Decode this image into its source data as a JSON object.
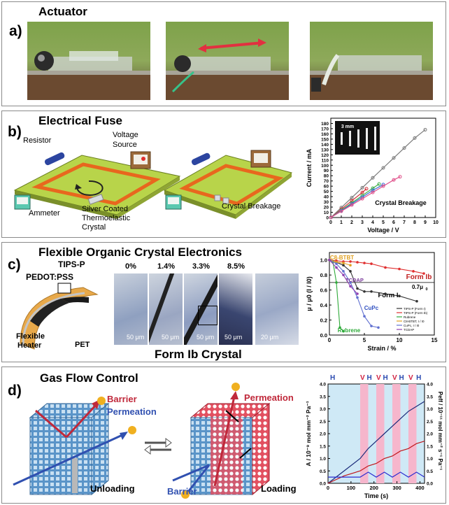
{
  "panel_a": {
    "label": "a)",
    "title": "Actuator"
  },
  "panel_b": {
    "label": "b)",
    "title": "Electrical Fuse",
    "diagram": {
      "resistor": "Resistor",
      "voltage_source": "Voltage\nSource",
      "voltage_line1": "Voltage",
      "voltage_line2": "Source",
      "ammeter": "Ammeter",
      "crystal_line1": "Silver Coated",
      "crystal_line2": "Thermoelastic",
      "crystal_line3": "Crystal",
      "breakage": "Crystal Breakage"
    },
    "inset_scale": "3 mm",
    "annotation": "Crystal Breakage"
  },
  "panel_c": {
    "label": "c)",
    "title": "Flexible Organic Crystal Electronics",
    "device": {
      "tips": "TIPS-P",
      "pedot": "PEDOT:PSS",
      "heater_line1": "Flexible",
      "heater_line2": "Heater",
      "pet": "PET"
    },
    "strains": [
      "0%",
      "1.4%",
      "3.3%",
      "8.5%"
    ],
    "scale_bars": [
      "50 μm",
      "50 μm",
      "50 μm",
      "50 μm",
      "20 μm"
    ],
    "caption": "Form Ib Crystal",
    "annotations": {
      "c8": "C8-BTBT",
      "form_ib": "Form Ib",
      "tcdap": "TCDAP",
      "form_i": "Form I",
      "mu07": "0.7μ",
      "mu07_sub": "0",
      "cupc": "CuPc",
      "rubrene": "Rubrene"
    }
  },
  "panel_d": {
    "label": "d)",
    "title": "Gas Flow Control",
    "barrier": "Barrier",
    "permeation": "Permeation",
    "unloading": "Unloading",
    "permeation2": "Permeation",
    "barrier2": "Barrier",
    "loading": "Loading",
    "states": [
      "H",
      "V",
      "H",
      "V",
      "H",
      "V",
      "H",
      "V",
      "H"
    ]
  },
  "chart_data": [
    {
      "type": "scatter",
      "panel": "b",
      "xlabel": "Voltage / V",
      "ylabel": "Current / mA",
      "xlim": [
        0,
        10
      ],
      "ylim": [
        0,
        190
      ],
      "xticks": [
        0,
        1,
        2,
        3,
        4,
        5,
        6,
        7,
        8,
        9,
        10
      ],
      "yticks": [
        0,
        10,
        20,
        30,
        40,
        50,
        60,
        70,
        80,
        90,
        100,
        110,
        120,
        130,
        140,
        150,
        160,
        170,
        180
      ],
      "series": [
        {
          "color": "#7a7a7a",
          "x": [
            0,
            1,
            2,
            3,
            4,
            5,
            6,
            7,
            8,
            9
          ],
          "y": [
            0,
            19,
            38,
            57,
            76,
            95,
            114,
            133,
            152,
            168
          ]
        },
        {
          "color": "#d0303a",
          "x": [
            0,
            1,
            2,
            3,
            3.4
          ],
          "y": [
            0,
            16,
            32,
            48,
            55
          ]
        },
        {
          "color": "#3fae4a",
          "x": [
            0,
            1,
            2,
            3,
            4,
            4.6
          ],
          "y": [
            0,
            14,
            28,
            42,
            56,
            64
          ]
        },
        {
          "color": "#3a6fd6",
          "x": [
            0,
            1,
            2,
            3,
            4,
            5
          ],
          "y": [
            0,
            13,
            26,
            39,
            52,
            63
          ]
        },
        {
          "color": "#e0508a",
          "x": [
            0,
            1,
            2,
            3,
            4,
            5,
            6,
            6.6
          ],
          "y": [
            0,
            12,
            24,
            36,
            48,
            60,
            72,
            78
          ]
        }
      ]
    },
    {
      "type": "line",
      "panel": "c",
      "xlabel": "Strain / %",
      "ylabel": "μ / μ0 (I / I0)",
      "xlim": [
        0,
        15
      ],
      "ylim": [
        0,
        1.1
      ],
      "xticks": [
        0,
        5,
        10,
        15
      ],
      "yticks": [
        0.0,
        0.2,
        0.4,
        0.6,
        0.8,
        1.0
      ],
      "legend": [
        "TIPS-P (Form I)",
        "TIPS-P (Form Ib)",
        "Rubrene",
        "C8-BTBT, I / I0",
        "CuPc, I / I0",
        "TCDAP"
      ],
      "series": [
        {
          "name": "TIPS-P (Form I)",
          "color": "#333333",
          "x": [
            0,
            1,
            2,
            3,
            4,
            5,
            6,
            8,
            10,
            12.5
          ],
          "y": [
            1.0,
            0.97,
            0.93,
            0.85,
            0.62,
            0.58,
            0.58,
            0.55,
            0.52,
            0.45
          ]
        },
        {
          "name": "TIPS-P (Form Ib)",
          "color": "#e03030",
          "x": [
            0,
            1,
            2,
            3,
            4,
            5,
            6,
            8,
            10,
            12,
            13.5
          ],
          "y": [
            1.0,
            0.99,
            0.98,
            0.98,
            0.97,
            0.96,
            0.95,
            0.9,
            0.88,
            0.85,
            0.82
          ]
        },
        {
          "name": "Rubrene",
          "color": "#2faa3a",
          "x": [
            0,
            0.5,
            1,
            1.5,
            2
          ],
          "y": [
            1.0,
            0.98,
            0.7,
            0.1,
            0.05
          ]
        },
        {
          "name": "C8-BTBT, I / I0",
          "color": "#e0a020",
          "x": [
            0,
            1,
            2,
            3
          ],
          "y": [
            1.0,
            0.97,
            0.96,
            0.93
          ]
        },
        {
          "name": "CuPc, I / I0",
          "color": "#6070d0",
          "x": [
            0,
            1,
            2,
            3,
            4,
            5,
            6,
            7
          ],
          "y": [
            1.0,
            0.95,
            0.85,
            0.7,
            0.5,
            0.25,
            0.12,
            0.1
          ]
        },
        {
          "name": "TCDAP",
          "color": "#9040b0",
          "x": [
            0,
            1,
            2,
            3,
            4
          ],
          "y": [
            1.0,
            0.9,
            0.8,
            0.65,
            0.55
          ]
        }
      ],
      "reference_line": 0.7
    },
    {
      "type": "line",
      "panel": "d",
      "xlabel": "Time (s)",
      "ylabel": "A / 10⁻⁹ mol mm⁻² Pa⁻¹",
      "ylabel_right": "Peff / 10⁻¹¹ mol mm⁻² s⁻¹ Pa⁻¹",
      "xlim": [
        0,
        420
      ],
      "ylim": [
        0,
        4.0
      ],
      "ylim_right": [
        0,
        4.0
      ],
      "xticks": [
        0,
        100,
        200,
        300,
        400
      ],
      "yticks": [
        0.0,
        0.5,
        1.0,
        1.5,
        2.0,
        2.5,
        3.0,
        3.5,
        4.0
      ],
      "yticks_right": [
        0.0,
        0.5,
        1.0,
        1.5,
        2.0,
        2.5,
        3.0,
        3.5,
        4.0
      ],
      "shaded_intervals": [
        [
          140,
          175
        ],
        [
          210,
          245
        ],
        [
          280,
          315
        ],
        [
          350,
          385
        ]
      ],
      "series": [
        {
          "color": "#1a2a7a",
          "x": [
            0,
            70,
            140,
            175,
            210,
            245,
            280,
            315,
            350,
            385,
            420
          ],
          "y": [
            0.0,
            0.5,
            1.0,
            1.4,
            1.7,
            2.0,
            2.3,
            2.6,
            2.9,
            3.1,
            3.3
          ]
        },
        {
          "color": "#c0181c",
          "x": [
            0,
            70,
            140,
            175,
            210,
            245,
            280,
            315,
            350,
            385,
            420
          ],
          "y": [
            0.0,
            0.3,
            0.5,
            0.7,
            0.8,
            1.0,
            1.1,
            1.3,
            1.4,
            1.6,
            1.7
          ]
        },
        {
          "color": "#2a2ad0",
          "x": [
            0,
            100,
            140,
            175,
            210,
            245,
            280,
            315,
            350,
            385,
            420
          ],
          "y": [
            0.25,
            0.25,
            0.25,
            0.45,
            0.25,
            0.45,
            0.25,
            0.45,
            0.25,
            0.45,
            0.25
          ]
        }
      ]
    }
  ]
}
